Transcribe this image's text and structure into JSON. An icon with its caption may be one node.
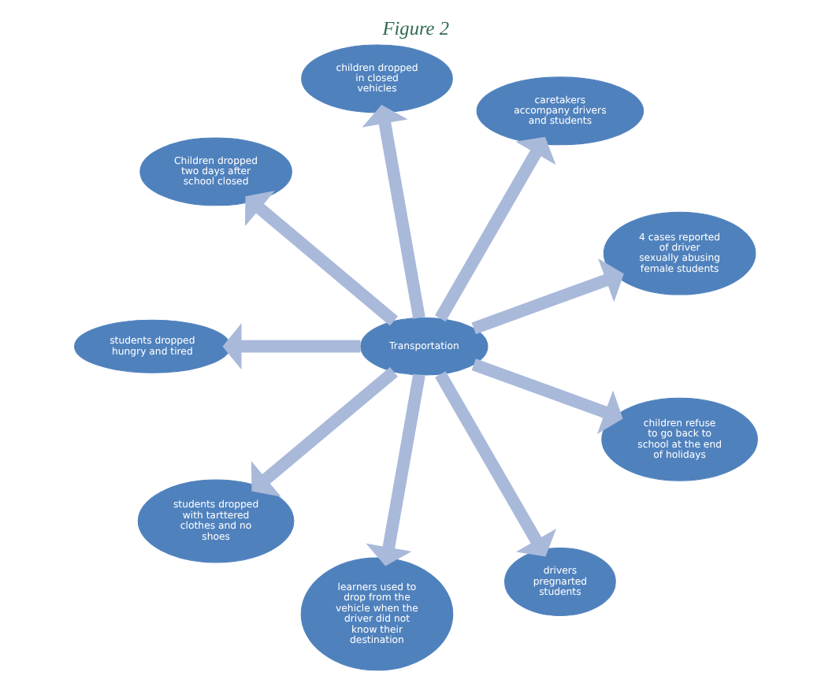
{
  "diagram": {
    "title": "Figure 2",
    "nodes": [
      {
        "text": [
          "children dropped in closed vehicles"
        ]
      },
      {
        "text": [
          "Children dropped two days after school closed"
        ]
      },
      {
        "text": [
          "caretakers accompany drivers and students"
        ]
      },
      {
        "text": [
          "students dropped hungry and tired"
        ]
      },
      {
        "text": [
          "4 cases reported of driver sexually abusing female students"
        ]
      },
      {
        "text": [
          "Transportation"
        ]
      },
      {
        "text": [
          "students dropped with tarttered clothes and no shoes"
        ]
      },
      {
        "text": [
          "children refuse to go back to school at the end of holidays"
        ]
      },
      {
        "text": [
          "learners used to drop from the vehicle when the driver did not know their destination"
        ]
      },
      {
        "text": [
          "drivers pregnarted students"
        ]
      }
    ],
    "edges": [
      {
        "from": 5,
        "to": 0,
        "arrow": "to"
      },
      {
        "from": 5,
        "to": 2,
        "arrow": "to"
      },
      {
        "from": 5,
        "to": 4,
        "arrow": "to"
      },
      {
        "from": 5,
        "to": 7,
        "arrow": "to"
      },
      {
        "from": 5,
        "to": 9,
        "arrow": "to"
      },
      {
        "from": 5,
        "to": 8,
        "arrow": "to"
      },
      {
        "from": 5,
        "to": 6,
        "arrow": "to"
      },
      {
        "from": 5,
        "to": 3,
        "arrow": "to"
      },
      {
        "from": 5,
        "to": 1,
        "arrow": "to"
      }
    ]
  }
}
